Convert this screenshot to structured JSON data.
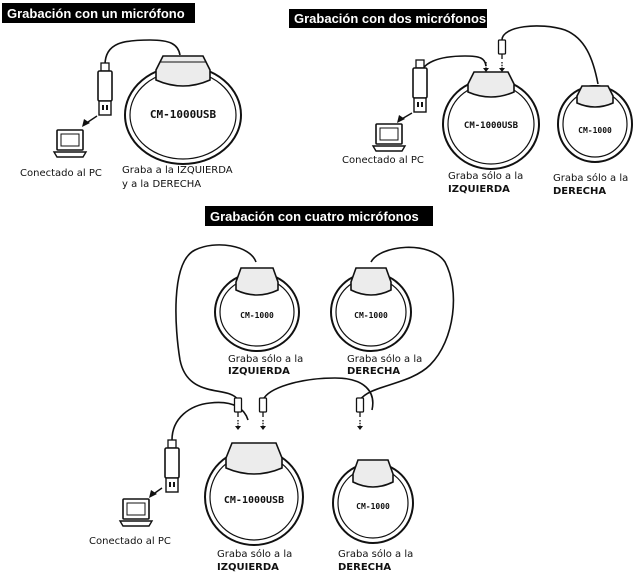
{
  "sections": {
    "one_mic": {
      "title": "Grabación con un micrófono"
    },
    "two_mics": {
      "title": "Grabación con dos micrófonos"
    },
    "four_mics": {
      "title": "Grabación con cuatro micrófonos"
    }
  },
  "labels": {
    "pc": "Conectado al PC",
    "both_l1": "Graba a la IZQUIERDA",
    "both_l2": "y a la DERECHA",
    "left_l1": "Graba sólo a la",
    "left_l2": "IZQUIERDA",
    "right_l1": "Graba sólo a la",
    "right_l2": "DERECHA"
  },
  "models": {
    "usb": "CM-1000USB",
    "plain": "CM-1000"
  }
}
